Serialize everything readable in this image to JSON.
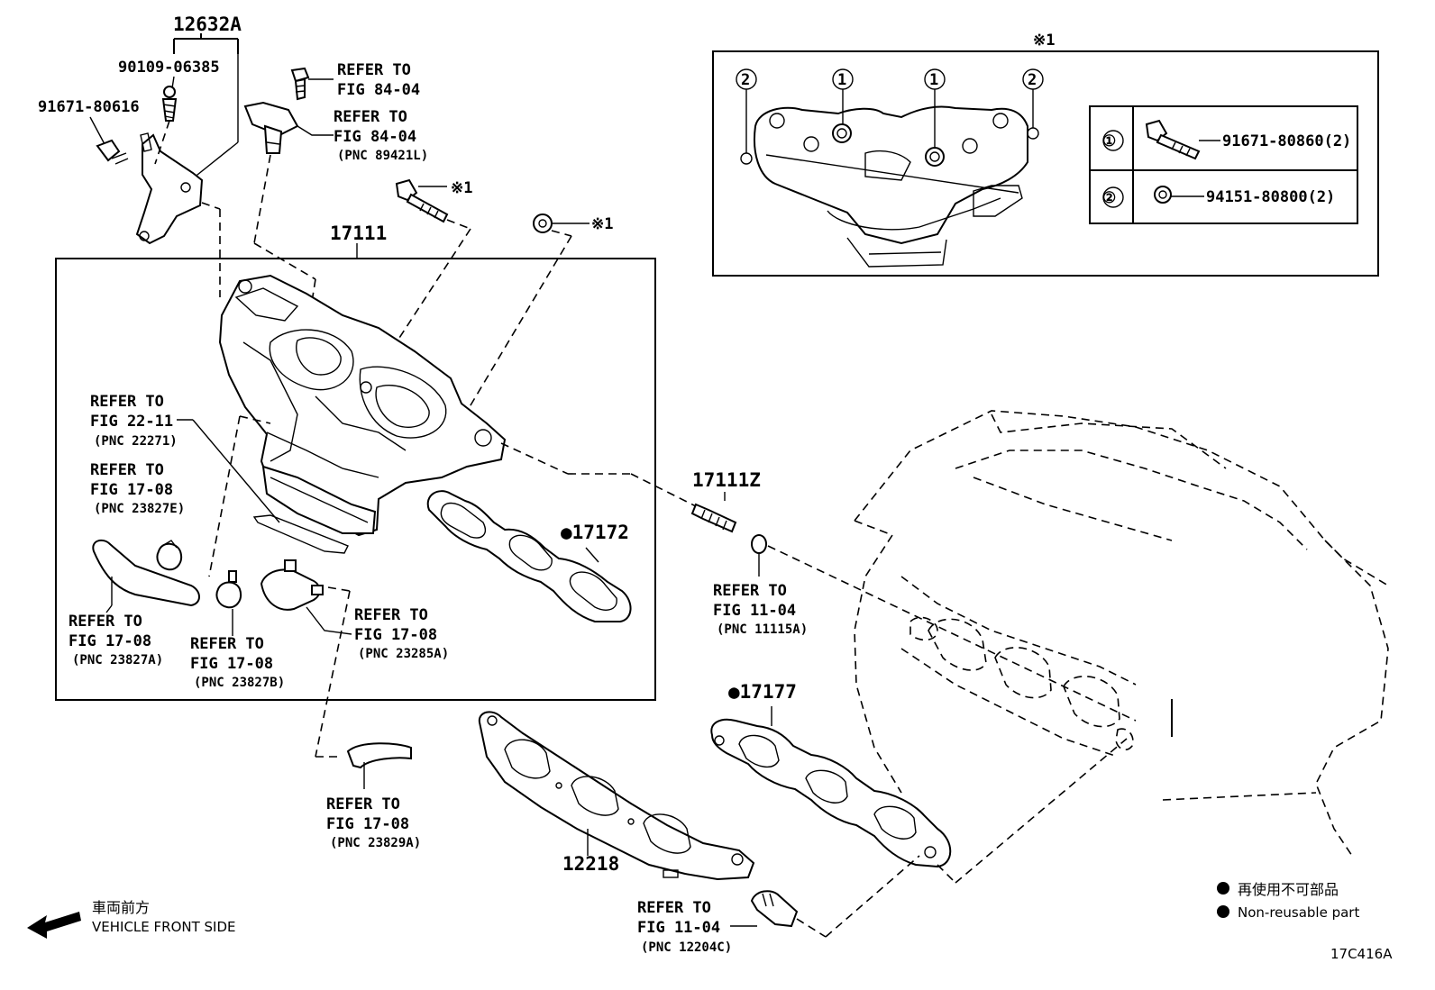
{
  "diagram_code": "17C416A",
  "parts": {
    "p12632A": "12632A",
    "p90109": "90109-06385",
    "p91671a": "91671-80616",
    "p17111": "17111",
    "p17111Z": "17111Z",
    "p17172": "●17172",
    "p17177": "●17177",
    "p12218": "12218"
  },
  "refer": {
    "r1": [
      "REFER TO",
      "FIG 84-04"
    ],
    "r2": [
      "REFER TO",
      "FIG 84-04",
      "(PNC 89421L)"
    ],
    "r3": [
      "REFER TO",
      "FIG 22-11",
      "(PNC 22271)"
    ],
    "r4": [
      "REFER TO",
      "FIG 17-08",
      "(PNC 23827E)"
    ],
    "r5": [
      "REFER TO",
      "FIG 17-08",
      "(PNC 23827A)"
    ],
    "r6": [
      "REFER TO",
      "FIG 17-08",
      "(PNC 23827B)"
    ],
    "r7": [
      "REFER TO",
      "FIG 17-08",
      "(PNC 23285A)"
    ],
    "r8": [
      "REFER TO",
      "FIG 11-04",
      "(PNC 11115A)"
    ],
    "r9": [
      "REFER TO",
      "FIG 17-08",
      "(PNC 23829A)"
    ],
    "r10": [
      "REFER TO",
      "FIG 11-04",
      "(PNC 12204C)"
    ]
  },
  "note_mark": "※1",
  "inset": {
    "title": "※1",
    "row1_num": "①",
    "row1_part": "91671-80860(2)",
    "row2_num": "②",
    "row2_part": "94151-80800(2)"
  },
  "legend": {
    "jp": "再使用不可部品",
    "en": "Non-reusable part"
  },
  "direction": {
    "jp": "車両前方",
    "en": "VEHICLE FRONT SIDE"
  }
}
